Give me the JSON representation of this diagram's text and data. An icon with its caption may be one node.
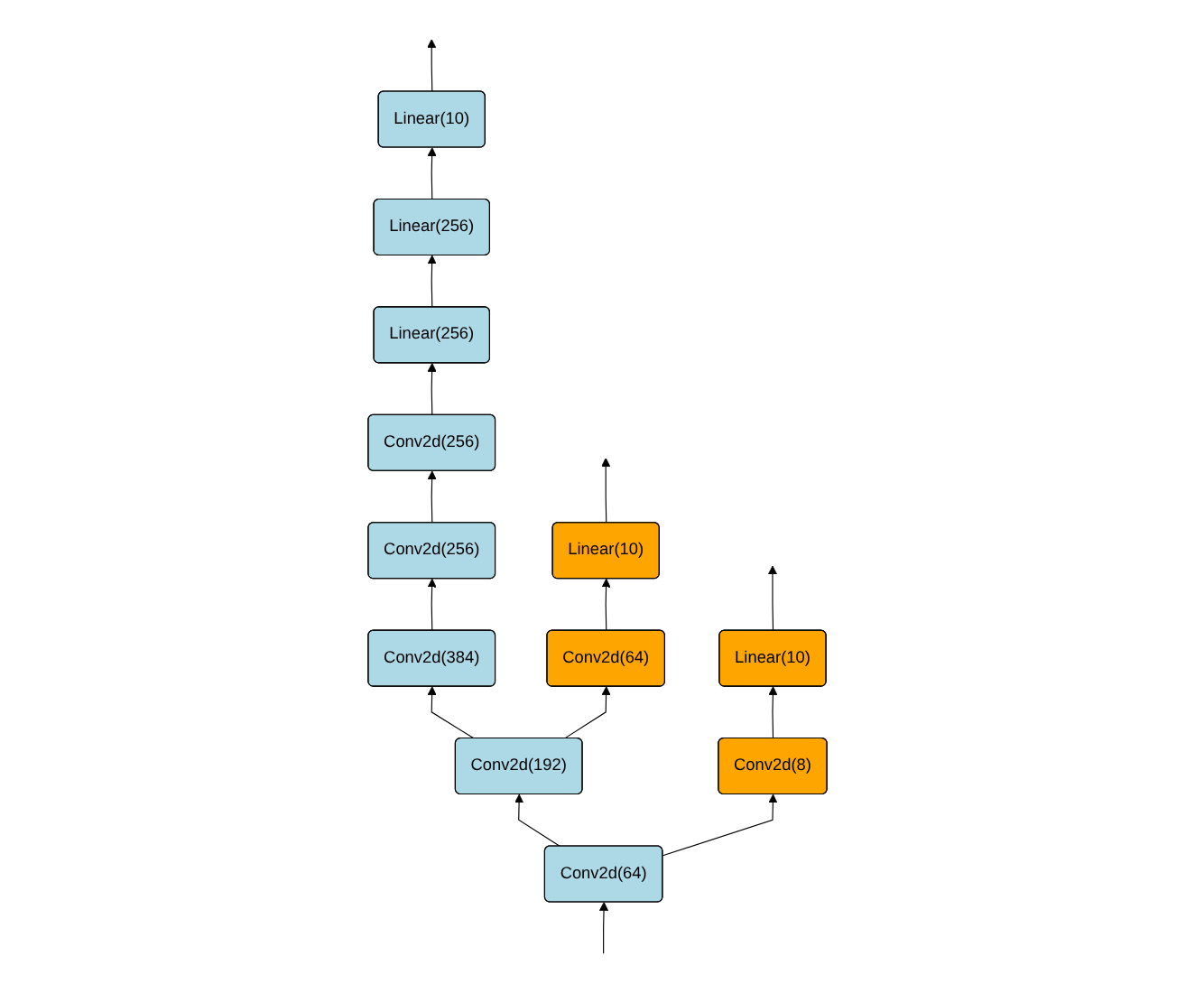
{
  "diagram": {
    "nodes": [
      {
        "text": [
          "Conv2d(256)"
        ]
      },
      {
        "text": [
          "Linear(256)"
        ]
      },
      {
        "text": [
          "Linear(256)"
        ]
      },
      {
        "text": [
          "Linear(10)"
        ]
      },
      {
        "text": [
          "Conv2d(256)"
        ]
      },
      {
        "text": [
          "Conv2d(384)"
        ]
      },
      {
        "text": [
          "Conv2d(192)"
        ]
      },
      {
        "text": [
          "Conv2d(64)"
        ]
      },
      {
        "text": [
          "Linear(10)"
        ]
      },
      {
        "text": [
          "Conv2d(64)"
        ]
      },
      {
        "text": [
          "Conv2d(8)"
        ]
      },
      {
        "text": [
          "Linear(10)"
        ]
      }
    ],
    "edges": [
      {
        "from": null,
        "to": 9,
        "arrow": "to"
      },
      {
        "from": 9,
        "to": 6,
        "arrow": "to"
      },
      {
        "from": 6,
        "to": 5,
        "arrow": "to"
      },
      {
        "from": 5,
        "to": 4,
        "arrow": "to"
      },
      {
        "from": 4,
        "to": 0,
        "arrow": "to"
      },
      {
        "from": 0,
        "to": 1,
        "arrow": "to"
      },
      {
        "from": 1,
        "to": 2,
        "arrow": "to"
      },
      {
        "from": 2,
        "to": 3,
        "arrow": "to"
      },
      {
        "from": 3,
        "to": null,
        "arrow": "to"
      },
      {
        "from": 6,
        "to": 7,
        "arrow": "to"
      },
      {
        "from": 7,
        "to": 8,
        "arrow": "to"
      },
      {
        "from": 8,
        "to": null,
        "arrow": "to"
      },
      {
        "from": 9,
        "to": 10,
        "arrow": "to"
      },
      {
        "from": 10,
        "to": 11,
        "arrow": "to"
      },
      {
        "from": 11,
        "to": null,
        "arrow": "to"
      }
    ]
  }
}
